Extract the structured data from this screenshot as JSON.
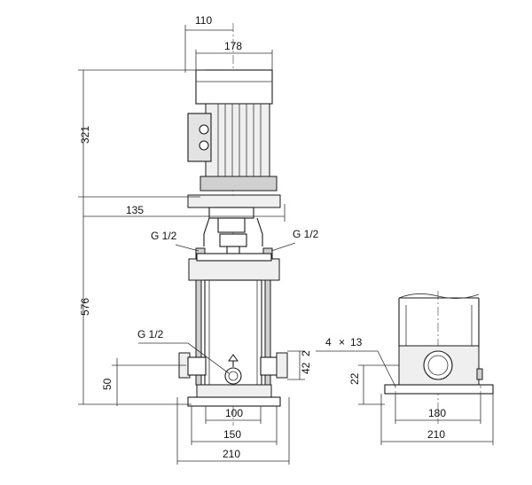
{
  "dimensions": {
    "motor_offset": "110",
    "motor_width": "178",
    "motor_height": "321",
    "total_height": "576",
    "coupling_width": "135",
    "inlet_height": "50",
    "base_inner": "100",
    "base_middle": "150",
    "base_total": "210",
    "port_offset": "42",
    "port_offset_half": "2",
    "side_base_height": "22",
    "side_base_width": "180",
    "side_total_width": "210"
  },
  "labels": {
    "vent_left": "G 1/2",
    "vent_right": "G 1/2",
    "drain": "G 1/2",
    "bolt_count": "4",
    "bolt_times": "×",
    "bolt_size": "13"
  }
}
